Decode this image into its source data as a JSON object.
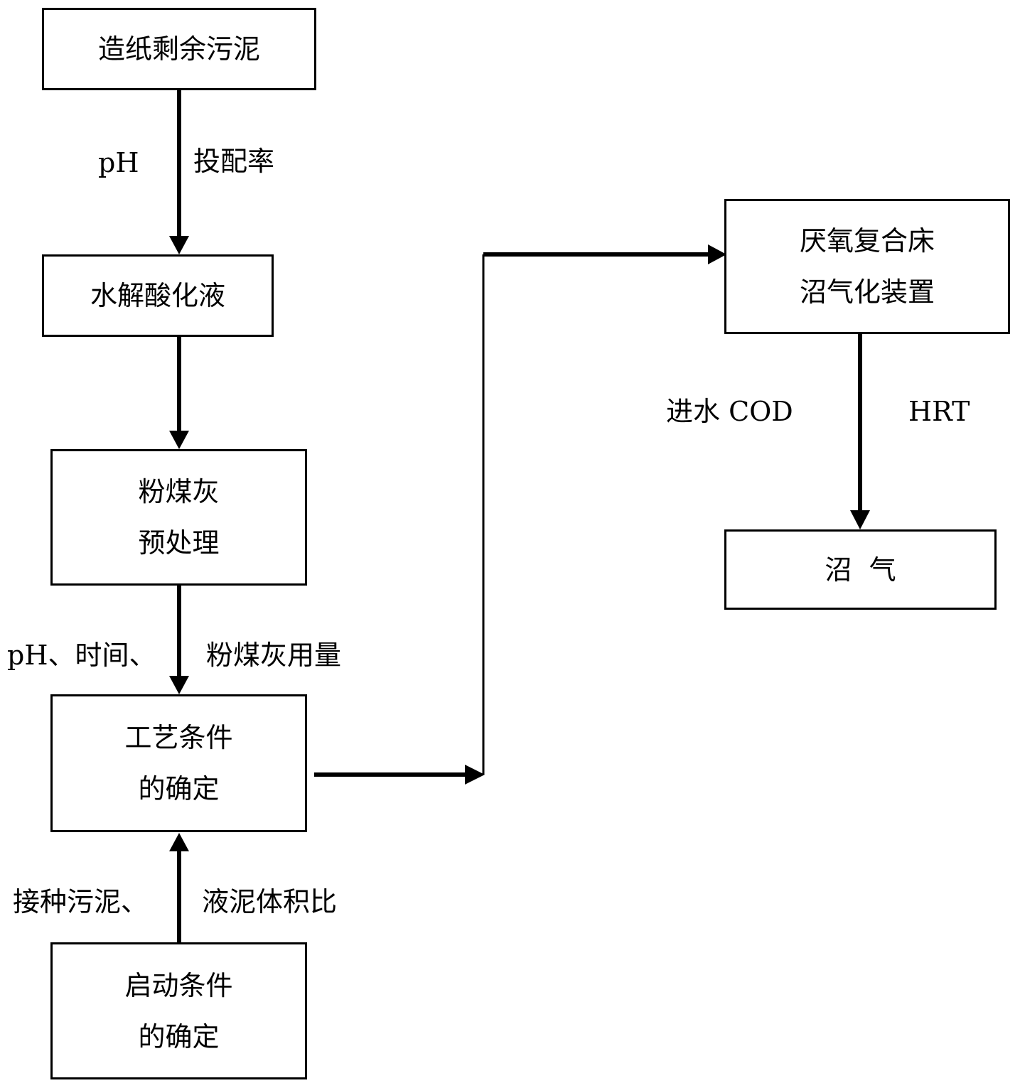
{
  "colors": {
    "line": "#000000",
    "background": "#ffffff"
  },
  "boxes": {
    "sludge": {
      "lines": [
        "造纸剩余污泥"
      ]
    },
    "hydrolysis": {
      "lines": [
        "水解酸化液"
      ]
    },
    "fly_ash": {
      "lines": [
        "粉煤灰",
        "预处理"
      ]
    },
    "process": {
      "lines": [
        "工艺条件",
        "的确定"
      ]
    },
    "startup": {
      "lines": [
        "启动条件",
        "的确定"
      ]
    },
    "reactor": {
      "lines": [
        "厌氧复合床",
        "沼气化装置"
      ]
    },
    "biogas": {
      "lines": [
        "沼  气"
      ]
    }
  },
  "labels": {
    "ph_1": "pH",
    "dosing_rate": "投配率",
    "ph_time": "pH、时间、",
    "fly_ash_dosage": "粉煤灰用量",
    "inoculum": "接种污泥、",
    "volume_ratio": "液泥体积比",
    "influent_cod": "进水 COD",
    "hrt": "HRT"
  }
}
